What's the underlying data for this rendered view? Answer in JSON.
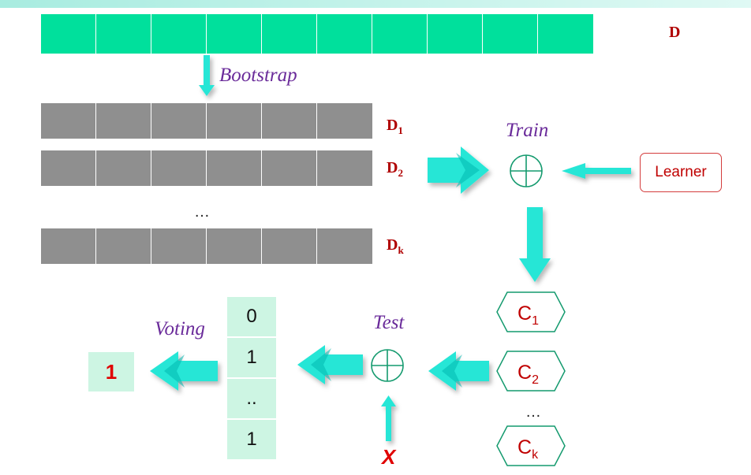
{
  "dataset_label": "D",
  "bootstrap_label": "Bootstrap",
  "samples": [
    {
      "name": "D",
      "sub": "1"
    },
    {
      "name": "D",
      "sub": "2"
    },
    {
      "name": "D",
      "sub": "k"
    }
  ],
  "samples_ellipsis": "…",
  "train_label": "Train",
  "learner_label": "Learner",
  "classifiers": [
    {
      "name": "C",
      "sub": "1"
    },
    {
      "name": "C",
      "sub": "2"
    },
    {
      "name": "C",
      "sub": "k"
    }
  ],
  "classifiers_ellipsis": "…",
  "test_label": "Test",
  "input_label": "X",
  "voting_label": "Voting",
  "votes": [
    "0",
    "1",
    "..",
    "1"
  ],
  "result": "1",
  "colors": {
    "dataset": "#00e09c",
    "sample": "#8f8f8f",
    "arrow": "#28e6d6",
    "label_red": "#b00000",
    "italic_purple": "#6a2b9a",
    "vote_bg": "#cdf5e3"
  }
}
